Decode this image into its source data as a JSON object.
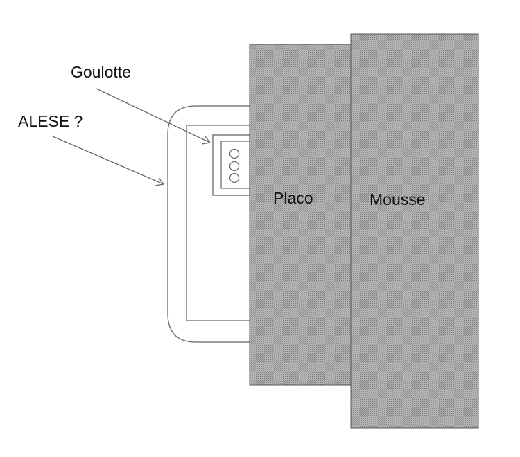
{
  "labels": {
    "goulotte": "Goulotte",
    "alese": "ALESE ?",
    "placo": "Placo",
    "mousse": "Mousse"
  },
  "colors": {
    "background": "#ffffff",
    "outline": "#666666",
    "panel_fill": "#a6a6a6",
    "text": "#111111"
  }
}
